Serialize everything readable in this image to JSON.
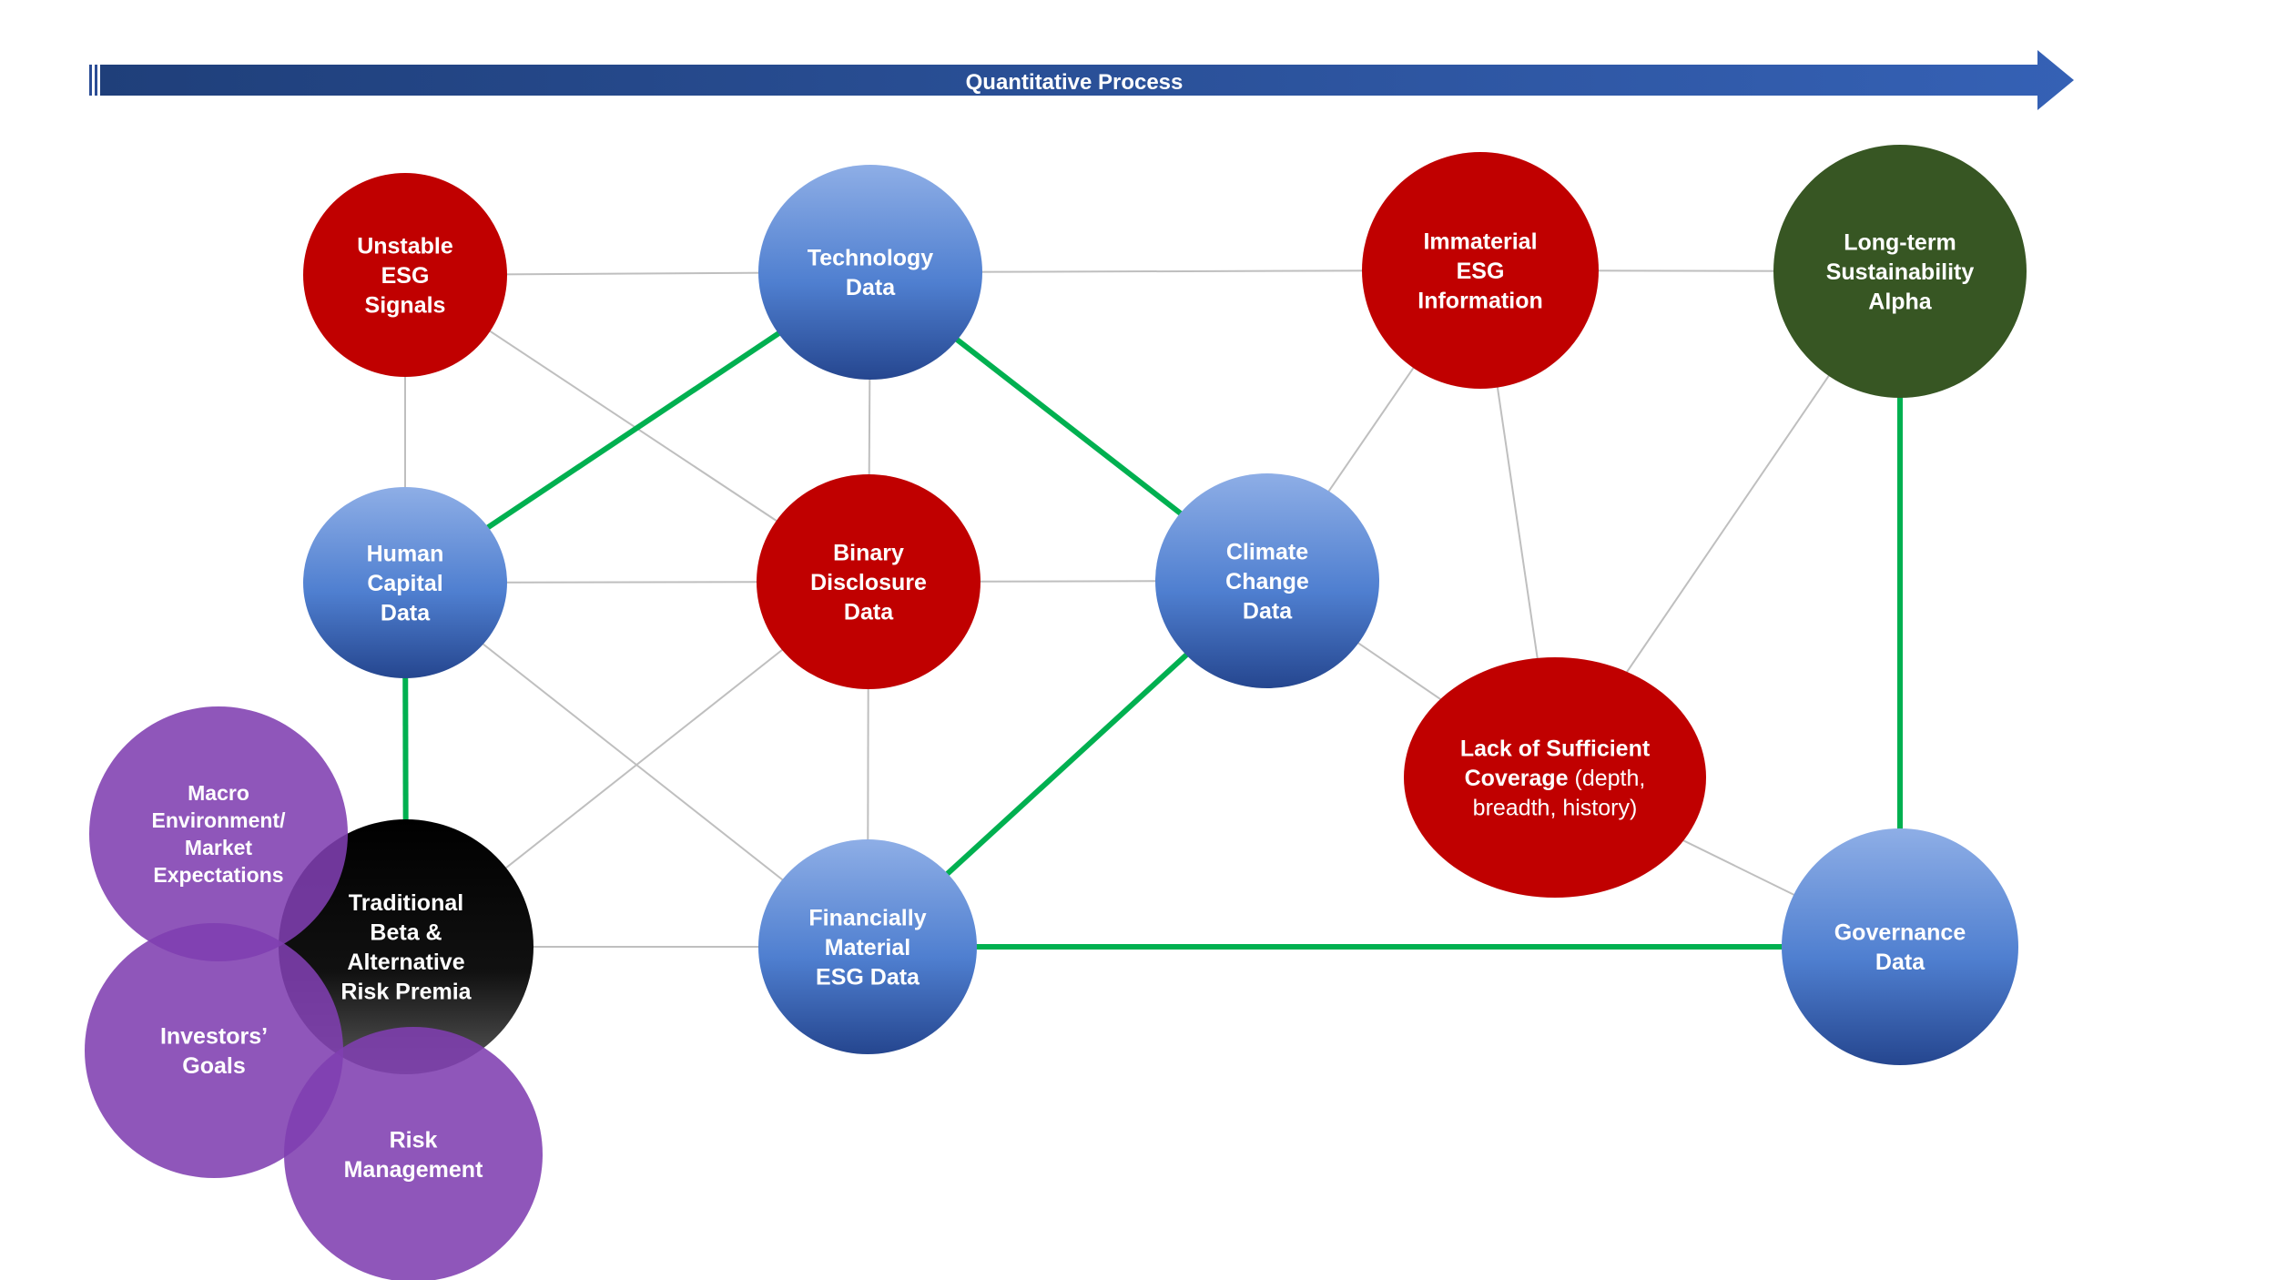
{
  "process_arrow": {
    "label": "Quantitative Process",
    "color": "#2f55a4"
  },
  "colors": {
    "blue": "#4f7fd0",
    "red": "#c00000",
    "green_dark": "#375623",
    "black": "#000000",
    "purple": "#7f3fb0",
    "edge_grey": "#bfbfbf",
    "edge_green": "#00b050"
  },
  "nodes": [
    {
      "id": "unstable",
      "name": "node-unstable-esg-signals",
      "color": "red",
      "lines": [
        [
          "Unstable"
        ],
        [
          "ESG"
        ],
        [
          "Signals"
        ]
      ]
    },
    {
      "id": "technology",
      "name": "node-technology-data",
      "color": "blue",
      "lines": [
        [
          "Technology"
        ],
        [
          "Data"
        ]
      ]
    },
    {
      "id": "immaterial",
      "name": "node-immaterial-esg-information",
      "color": "red",
      "lines": [
        [
          "Immaterial"
        ],
        [
          "ESG"
        ],
        [
          "Information"
        ]
      ]
    },
    {
      "id": "longterm",
      "name": "node-long-term-sustainability-alpha",
      "color": "green_dark",
      "lines": [
        [
          "Long-term"
        ],
        [
          "Sustainability"
        ],
        [
          "Alpha"
        ]
      ]
    },
    {
      "id": "human",
      "name": "node-human-capital-data",
      "color": "blue",
      "lines": [
        [
          "Human"
        ],
        [
          "Capital"
        ],
        [
          "Data"
        ]
      ]
    },
    {
      "id": "binary",
      "name": "node-binary-disclosure-data",
      "color": "red",
      "lines": [
        [
          "Binary"
        ],
        [
          "Disclosure"
        ],
        [
          "Data"
        ]
      ]
    },
    {
      "id": "climate",
      "name": "node-climate-change-data",
      "color": "blue",
      "lines": [
        [
          "Climate"
        ],
        [
          "Change"
        ],
        [
          "Data"
        ]
      ]
    },
    {
      "id": "lack",
      "name": "node-lack-of-sufficient-coverage",
      "color": "red",
      "lines": [
        [
          "Lack of Sufficient"
        ],
        [
          "Coverage",
          " (depth,"
        ],
        [
          "",
          "breadth,  history)"
        ]
      ]
    },
    {
      "id": "traditional",
      "name": "node-traditional-beta-alternative-risk-premia",
      "color": "black",
      "lines": [
        [
          "Traditional"
        ],
        [
          "Beta &"
        ],
        [
          "Alternative"
        ],
        [
          "Risk Premia"
        ]
      ]
    },
    {
      "id": "financial",
      "name": "node-financially-material-esg-data",
      "color": "blue",
      "lines": [
        [
          "Financially"
        ],
        [
          "Material"
        ],
        [
          "ESG Data"
        ]
      ]
    },
    {
      "id": "governance",
      "name": "node-governance-data",
      "color": "blue",
      "lines": [
        [
          "Governance"
        ],
        [
          "Data"
        ]
      ]
    },
    {
      "id": "macro",
      "name": "node-macro-environment-market-expectations",
      "color": "purple",
      "lines": [
        [
          "Macro"
        ],
        [
          "Environment/"
        ],
        [
          "Market"
        ],
        [
          "Expectations"
        ]
      ]
    },
    {
      "id": "investors",
      "name": "node-investors-goals",
      "color": "purple",
      "lines": [
        [
          "Investors’"
        ],
        [
          "Goals"
        ]
      ]
    },
    {
      "id": "risk",
      "name": "node-risk-management",
      "color": "purple",
      "lines": [
        [
          "Risk"
        ],
        [
          "Management"
        ]
      ]
    }
  ],
  "edges": [
    {
      "from": "unstable",
      "to": "technology",
      "style": "grey"
    },
    {
      "from": "unstable",
      "to": "human",
      "style": "grey"
    },
    {
      "from": "unstable",
      "to": "binary",
      "style": "grey"
    },
    {
      "from": "technology",
      "to": "immaterial",
      "style": "grey"
    },
    {
      "from": "technology",
      "to": "binary",
      "style": "grey"
    },
    {
      "from": "technology",
      "to": "human",
      "style": "green"
    },
    {
      "from": "technology",
      "to": "climate",
      "style": "green"
    },
    {
      "from": "immaterial",
      "to": "longterm",
      "style": "grey"
    },
    {
      "from": "immaterial",
      "to": "climate",
      "style": "grey"
    },
    {
      "from": "immaterial",
      "to": "lack",
      "style": "grey"
    },
    {
      "from": "longterm",
      "to": "lack",
      "style": "grey"
    },
    {
      "from": "longterm",
      "to": "governance",
      "style": "green"
    },
    {
      "from": "human",
      "to": "binary",
      "style": "grey"
    },
    {
      "from": "human",
      "to": "financial",
      "style": "grey"
    },
    {
      "from": "human",
      "to": "traditional",
      "style": "green"
    },
    {
      "from": "binary",
      "to": "climate",
      "style": "grey"
    },
    {
      "from": "binary",
      "to": "financial",
      "style": "grey"
    },
    {
      "from": "binary",
      "to": "traditional",
      "style": "grey"
    },
    {
      "from": "climate",
      "to": "lack",
      "style": "grey"
    },
    {
      "from": "climate",
      "to": "financial",
      "style": "green"
    },
    {
      "from": "lack",
      "to": "governance",
      "style": "grey"
    },
    {
      "from": "traditional",
      "to": "financial",
      "style": "grey"
    },
    {
      "from": "financial",
      "to": "governance",
      "style": "green"
    }
  ]
}
